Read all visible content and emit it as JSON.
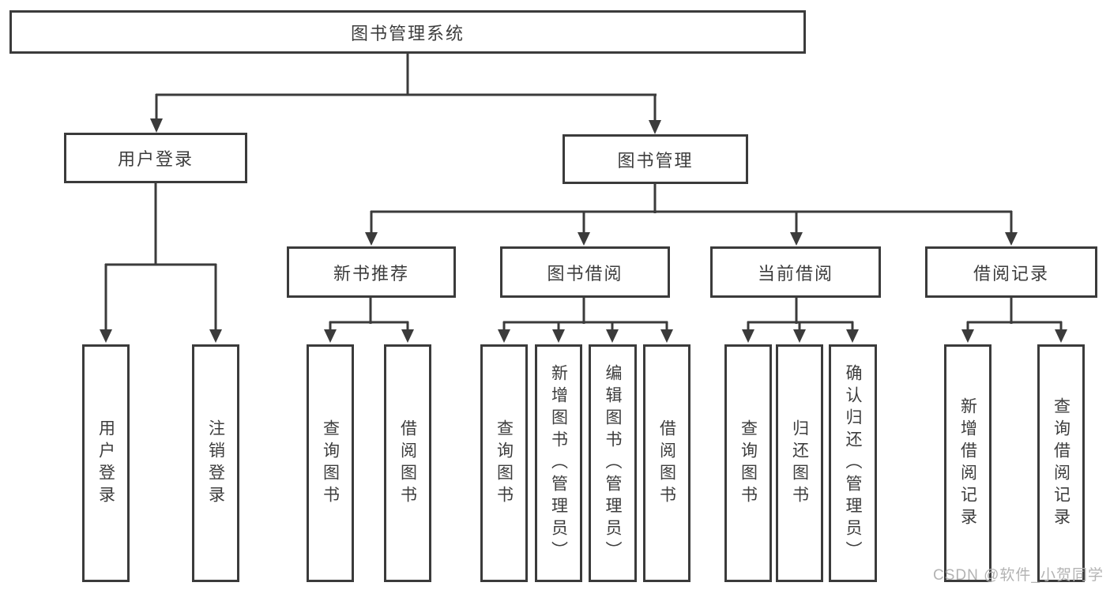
{
  "diagram": {
    "title": "图书管理系统",
    "tree": {
      "root": {
        "label": "图书管理系统",
        "children": [
          {
            "label": "用户登录",
            "children": [
              {
                "label": "用户登录"
              },
              {
                "label": "注销登录"
              }
            ]
          },
          {
            "label": "图书管理",
            "children": [
              {
                "label": "新书推荐",
                "children": [
                  {
                    "label": "查询图书"
                  },
                  {
                    "label": "借阅图书"
                  }
                ]
              },
              {
                "label": "图书借阅",
                "children": [
                  {
                    "label": "查询图书"
                  },
                  {
                    "label": "新增图书（管理员）"
                  },
                  {
                    "label": "编辑图书（管理员）"
                  },
                  {
                    "label": "借阅图书"
                  }
                ]
              },
              {
                "label": "当前借阅",
                "children": [
                  {
                    "label": "查询图书"
                  },
                  {
                    "label": "归还图书"
                  },
                  {
                    "label": "确认归还（管理员）"
                  }
                ]
              },
              {
                "label": "借阅记录",
                "children": [
                  {
                    "label": "新增借阅记录"
                  },
                  {
                    "label": "查询借阅记录"
                  }
                ]
              }
            ]
          }
        ]
      }
    },
    "colors": {
      "line": "#3b3b3b",
      "text": "#3d3d3d",
      "watermark": "#b3b3b3",
      "background": "#ffffff"
    }
  },
  "watermark": {
    "text": "CSDN @软件_小贺同学"
  }
}
